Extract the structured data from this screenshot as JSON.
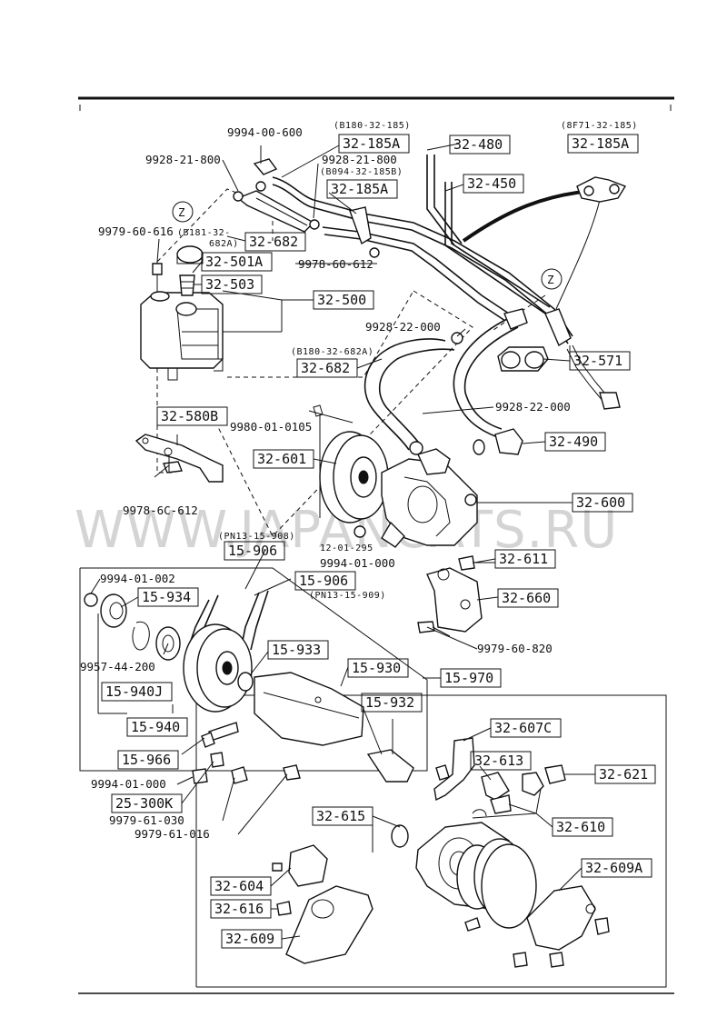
{
  "watermark": "WWW.JAPANCATS.RU",
  "boxed_labels": {
    "32_185A_a": "32-185A",
    "32_185A_b": "32-185A",
    "32_185A_c": "32-185A",
    "32_480": "32-480",
    "32_450": "32-450",
    "32_682_a": "32-682",
    "32_501A": "32-501A",
    "32_503": "32-503",
    "32_500": "32-500",
    "32_682_b": "32-682",
    "32_571": "32-571",
    "32_580B": "32-580B",
    "32_601": "32-601",
    "32_490": "32-490",
    "32_600": "32-600",
    "15_906_a": "15-906",
    "15_906_b": "15-906",
    "32_611": "32-611",
    "15_934": "15-934",
    "32_660": "32-660",
    "15_933": "15-933",
    "15_930": "15-930",
    "15_970": "15-970",
    "15_940J": "15-940J",
    "15_932": "15-932",
    "15_940": "15-940",
    "32_607C": "32-607C",
    "15_966": "15-966",
    "32_613": "32-613",
    "32_621": "32-621",
    "25_300K": "25-300K",
    "32_615": "32-615",
    "32_610": "32-610",
    "32_609A": "32-609A",
    "32_604": "32-604",
    "32_616": "32-616",
    "32_609": "32-609"
  },
  "plain_labels": {
    "p9994_00_600": "9994-00-600",
    "p9928_21_800_a": "9928-21-800",
    "p9928_21_800_b": "9928-21-800",
    "p9979_60_616": "9979-60-616",
    "p9978_60_612_a": "9978-60-612",
    "p9928_22_000_a": "9928-22-000",
    "p9928_22_000_b": "9928-22-000",
    "p9980_01_0105": "9980-01-0105",
    "p9978_60_612_b": "9978-6C-612",
    "p9994_01_000_a": "9994-01-000",
    "p9994_01_002": "9994-01-002",
    "p9957_44_200": "9957-44-200",
    "p9979_60_820": "9979-60-820",
    "p9994_01_000_b": "9994-01-000",
    "p9979_61_030": "9979-61-030",
    "p9979_61_016": "9979-61-016"
  },
  "small_labels": {
    "s_b180": "(B180-32-185)",
    "s_8f71": "(8F71-32-185)",
    "s_b094": "(B094-32-185B)",
    "s_b181": "(B181-32-",
    "s_682a": "682A)",
    "s_b180_682a": "(B180-32-682A)",
    "s_pn13_908": "(PN13-15-908)",
    "s_pn13_909": "(PN13-15-909)",
    "s_12": "12-01-295"
  },
  "callouts": {
    "z1": "Z",
    "z2": "Z"
  }
}
